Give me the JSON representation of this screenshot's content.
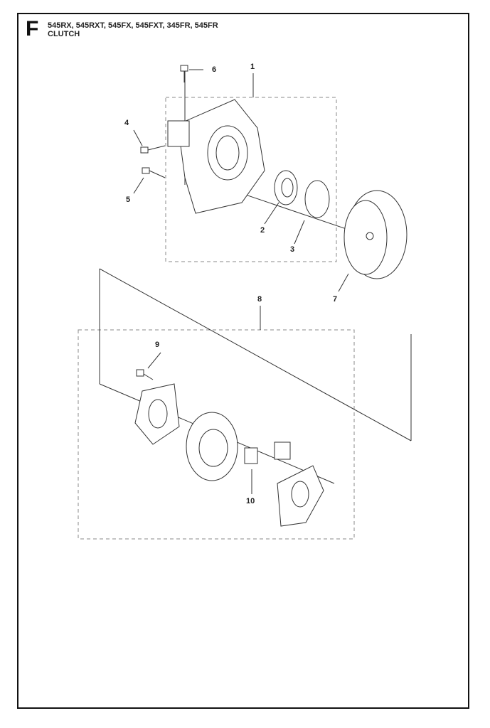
{
  "header": {
    "section_letter": "F",
    "models": "545RX, 545RXT, 545FX, 545FXT, 345FR, 545FR",
    "title": "CLUTCH"
  },
  "callouts": [
    "1",
    "2",
    "3",
    "4",
    "5",
    "6",
    "7",
    "8",
    "9",
    "10"
  ]
}
